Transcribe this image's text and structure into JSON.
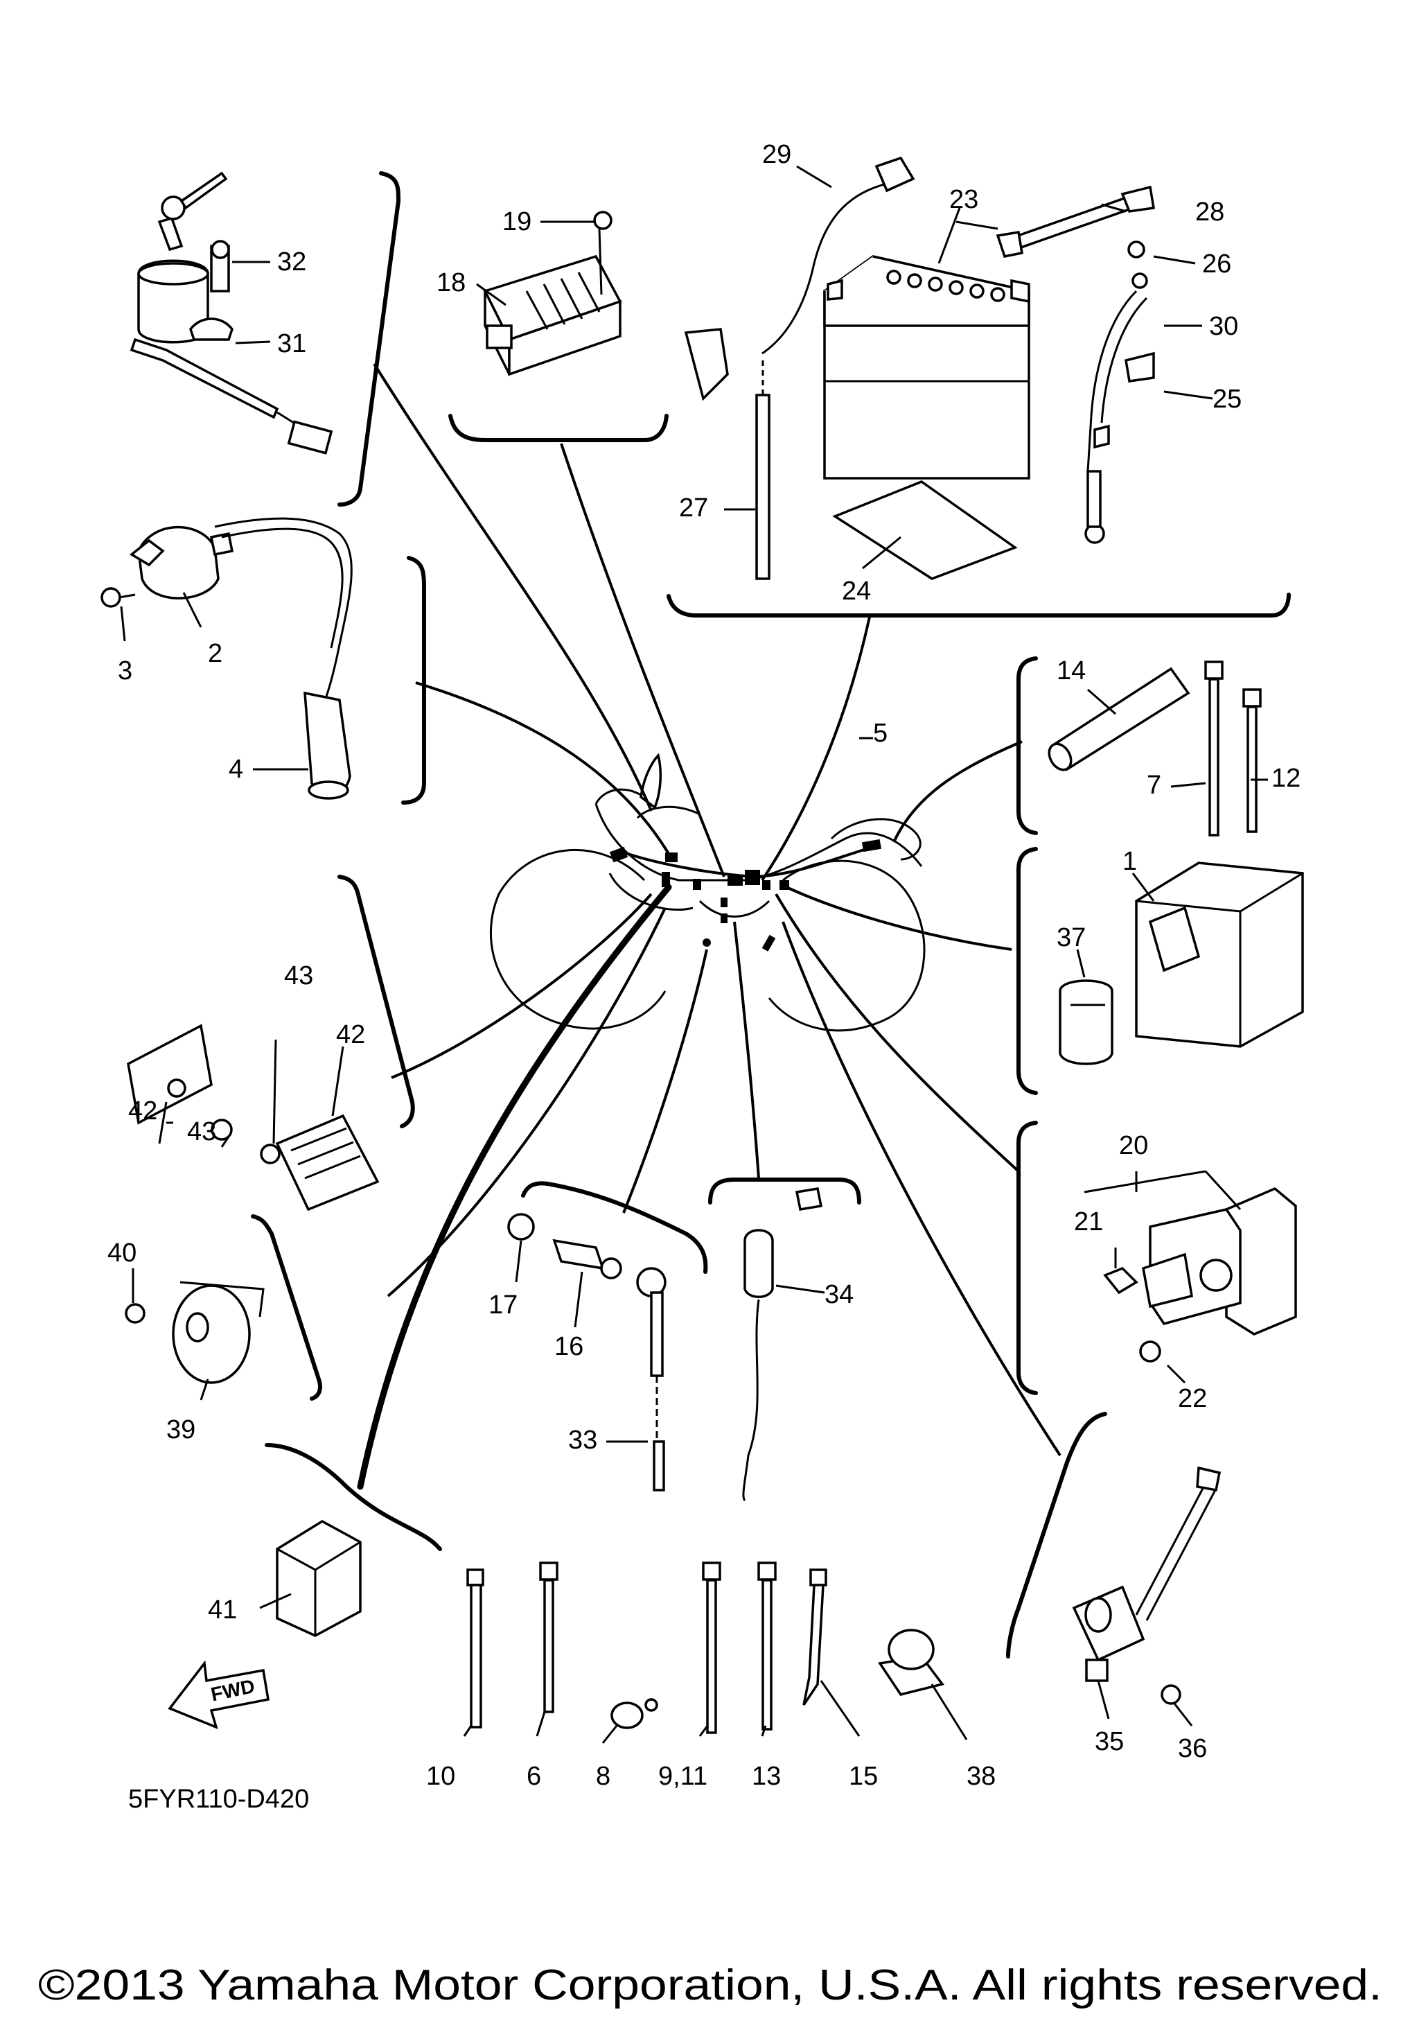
{
  "diagram": {
    "drawing_code": "5FYR110-D420",
    "copyright": "©2013 Yamaha Motor Corporation, U.S.A. All rights reserved.",
    "forward_arrow_label": "FWD",
    "callouts": [
      "1",
      "2",
      "3",
      "4",
      "5",
      "6",
      "7",
      "8",
      "9,11",
      "10",
      "12",
      "13",
      "14",
      "15",
      "16",
      "17",
      "18",
      "19",
      "20",
      "21",
      "22",
      "23",
      "24",
      "25",
      "26",
      "27",
      "28",
      "29",
      "30",
      "31",
      "32",
      "33",
      "34",
      "35",
      "36",
      "37",
      "38",
      "39",
      "40",
      "41",
      "42",
      "42",
      "43",
      "43"
    ]
  }
}
